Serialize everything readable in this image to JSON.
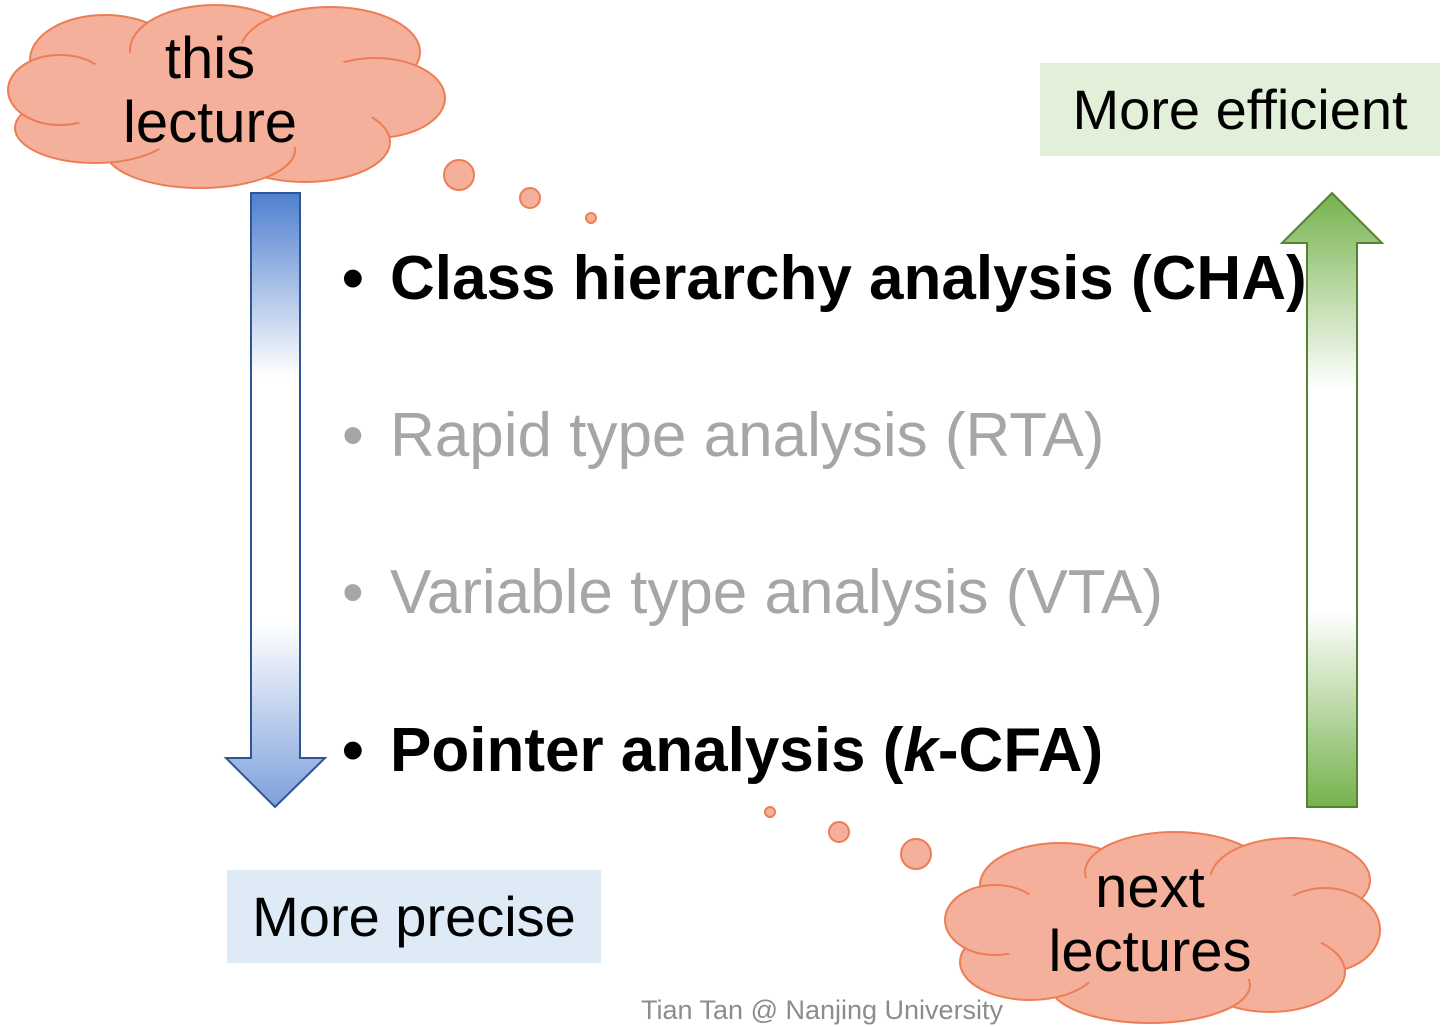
{
  "clouds": {
    "top": {
      "line1": "this",
      "line2": "lecture"
    },
    "bottom": {
      "line1": "next",
      "line2": "lectures"
    }
  },
  "labels": {
    "efficient": "More efficient",
    "precise": "More precise"
  },
  "analyses": [
    {
      "bullet": "•",
      "prefix": "Class hierarchy analysis (CHA)",
      "emph": "",
      "suffix": ""
    },
    {
      "bullet": "•",
      "prefix": "Rapid type analysis (RTA)",
      "emph": "",
      "suffix": ""
    },
    {
      "bullet": "•",
      "prefix": "Variable type analysis (VTA)",
      "emph": "",
      "suffix": ""
    },
    {
      "bullet": "•",
      "prefix": "Pointer analysis (",
      "emph": "k",
      "suffix": "-CFA)"
    }
  ],
  "footer": "Tian Tan @ Nanjing University",
  "colors": {
    "cloud_fill": "#f4b09a",
    "cloud_stroke": "#ed7d55",
    "blue_arrow": "#4472c4",
    "green_arrow": "#70ad47",
    "efficient_bg": "#e2efd9",
    "precise_bg": "#deebf7",
    "faded_text": "#a6a6a6"
  }
}
